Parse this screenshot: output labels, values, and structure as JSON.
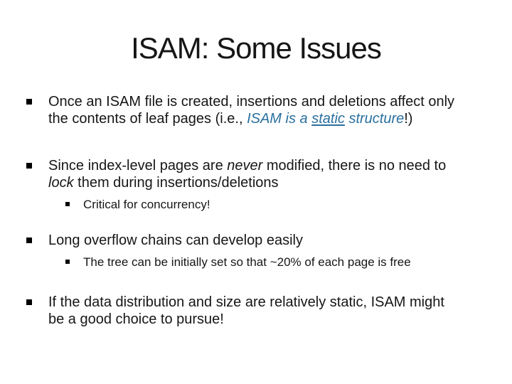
{
  "title": "ISAM: Some Issues",
  "colors": {
    "background": "#FFFFFF",
    "text": "#161616",
    "accent": "#2A6F9F",
    "bullet_marker": "#000000"
  },
  "bullets": [
    {
      "level": 1,
      "lines": [
        [
          {
            "t": "Once an ISAM file is created, insertions and deletions affect only"
          }
        ],
        [
          {
            "t": "the contents of leaf pages (i.e., "
          },
          {
            "t": "ISAM is a ",
            "s": "accent-italic"
          },
          {
            "t": "static",
            "s": "accent-italic-underline"
          },
          {
            "t": " structure",
            "s": "accent-italic"
          },
          {
            "t": "!)"
          }
        ]
      ]
    },
    {
      "level": 1,
      "lines": [
        [
          {
            "t": "Since index-level pages are "
          },
          {
            "t": "never",
            "s": "italic"
          },
          {
            "t": " modified, there is no need to"
          }
        ],
        [
          {
            "t": "lock",
            "s": "italic"
          },
          {
            "t": " them during insertions/deletions"
          }
        ]
      ]
    },
    {
      "level": 2,
      "lines": [
        [
          {
            "t": "Critical for concurrency!"
          }
        ]
      ]
    },
    {
      "level": 1,
      "lines": [
        [
          {
            "t": "Long overflow chains can develop easily"
          }
        ]
      ]
    },
    {
      "level": 2,
      "lines": [
        [
          {
            "t": "The tree can be initially set so that ~20% of each page is free"
          }
        ]
      ]
    },
    {
      "level": 1,
      "lines": [
        [
          {
            "t": "If the data distribution and size are relatively static, ISAM might"
          }
        ],
        [
          {
            "t": "be a good choice to pursue!"
          }
        ]
      ]
    }
  ]
}
